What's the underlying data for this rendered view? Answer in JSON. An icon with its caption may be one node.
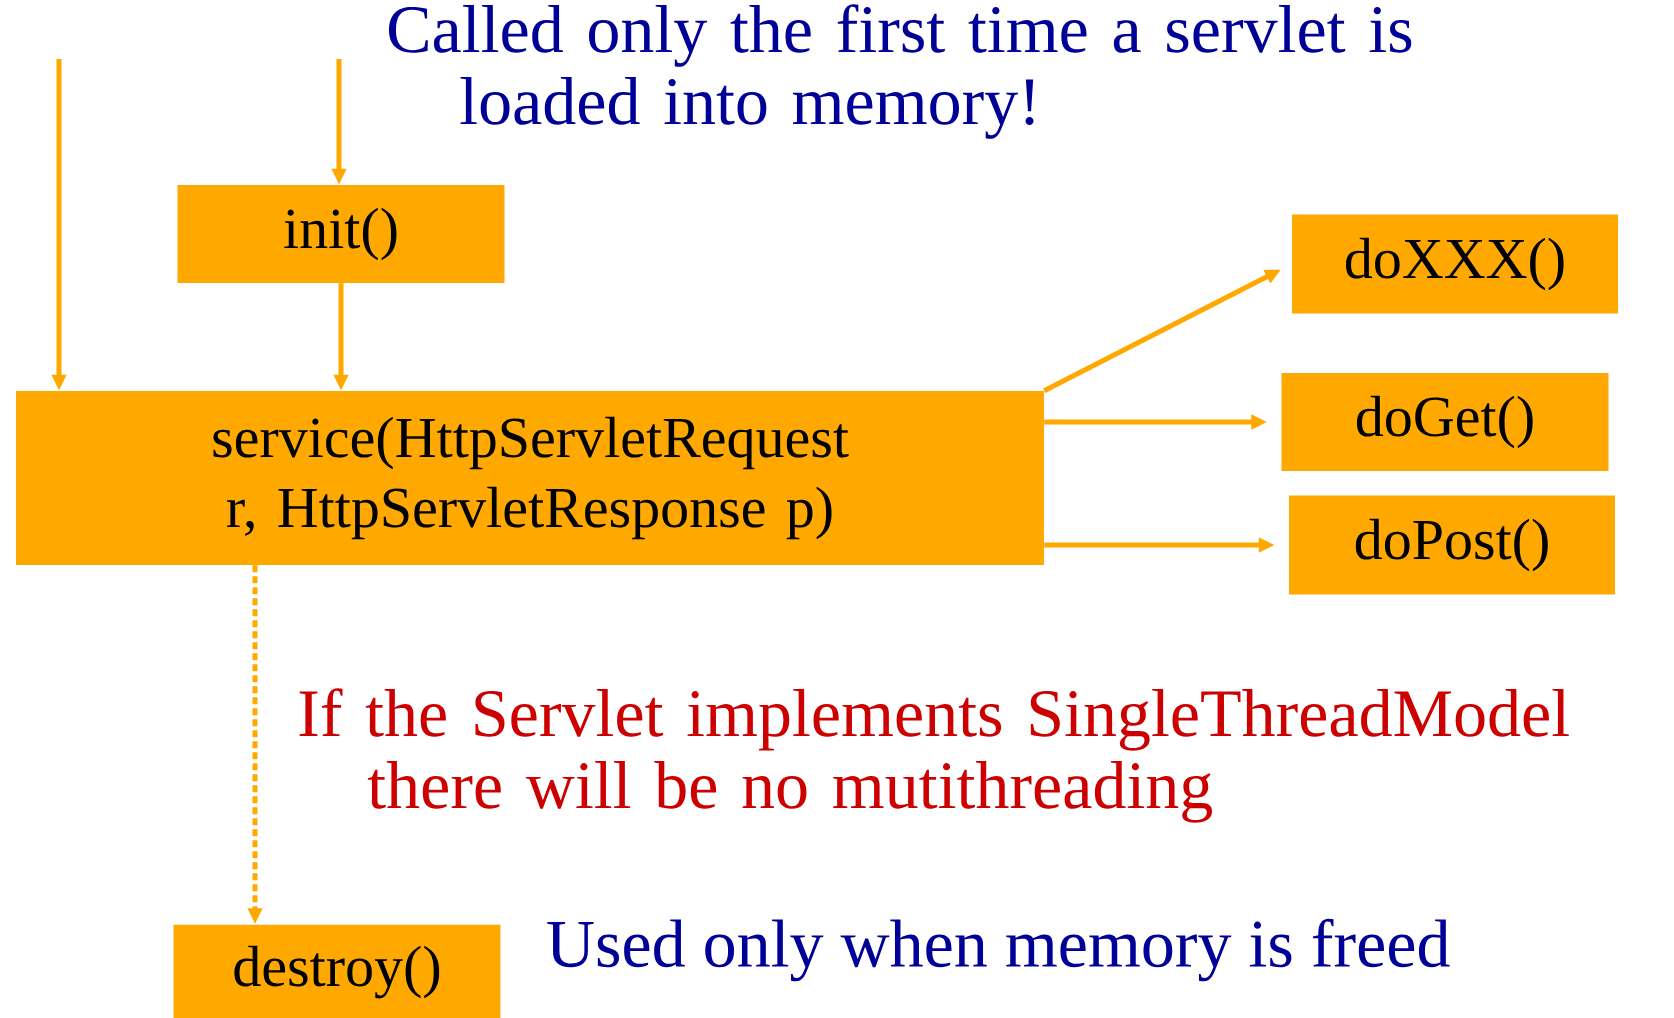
{
  "diagram": {
    "nodes": [
      {
        "text": [
          "init()"
        ]
      },
      {
        "text": [
          "service(HttpServletRequest r, HttpServletResponse p)"
        ]
      },
      {
        "text": [
          "doXXX()"
        ]
      },
      {
        "text": [
          "doGet()"
        ]
      },
      {
        "text": [
          "doPost()"
        ]
      },
      {
        "text": [
          "destroy()"
        ],
        "beside": [
          "Used only when memory is freed"
        ]
      }
    ],
    "edges": [
      {
        "from": null,
        "to": 1,
        "arrow": "to"
      },
      {
        "from": null,
        "to": 0,
        "arrow": "to"
      },
      {
        "from": 0,
        "to": 1,
        "arrow": "to"
      },
      {
        "from": 1,
        "to": 2,
        "arrow": "to"
      },
      {
        "from": 1,
        "to": 3,
        "arrow": "to"
      },
      {
        "from": 1,
        "to": 4,
        "arrow": "to"
      },
      {
        "from": 1,
        "to": 5,
        "arrow": "to",
        "style": "dashed"
      }
    ],
    "labels": [
      "Called only the first time a servlet is loaded into memory!",
      "If the Servlet implements SingleThreadModel there will be no mutithreading"
    ]
  }
}
